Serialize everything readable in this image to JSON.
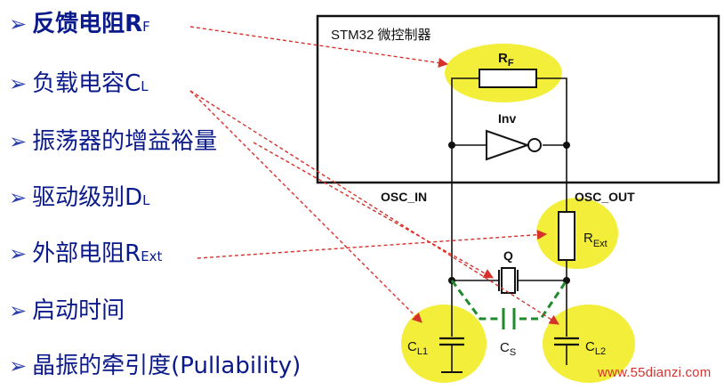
{
  "bullets": [
    {
      "text": "反馈电阻R",
      "sub": "F"
    },
    {
      "text": "负载电容C",
      "sub": "L"
    },
    {
      "text": "振荡器的增益裕量",
      "sub": ""
    },
    {
      "text": "驱动级别D",
      "sub": "L"
    },
    {
      "text": "外部电阻R",
      "sub": "Ext"
    },
    {
      "text": "启动时间",
      "sub": ""
    },
    {
      "text": "晶振的牵引度(Pullability)",
      "sub": ""
    }
  ],
  "bullet_symbol": "➢",
  "diagram": {
    "mcu_label": "STM32 微控制器",
    "rf_label": "R",
    "rf_sub": "F",
    "inv_label": "Inv",
    "osc_in_label": "OSC_IN",
    "osc_out_label": "OSC_OUT",
    "rext_label": "R",
    "rext_sub": "Ext",
    "crystal_label": "Q",
    "cl1_label": "C",
    "cl1_sub": "L1",
    "cl2_label": "C",
    "cl2_sub": "L2",
    "cs_label": "C",
    "cs_sub": "S"
  },
  "watermark": "www.55dianzi.com",
  "colors": {
    "bullet_text": "#0a1a8a",
    "highlight": "#f3ee3a",
    "arrow": "#d6322b",
    "stray_cap": "#1f8a2a",
    "wire": "#111111"
  }
}
